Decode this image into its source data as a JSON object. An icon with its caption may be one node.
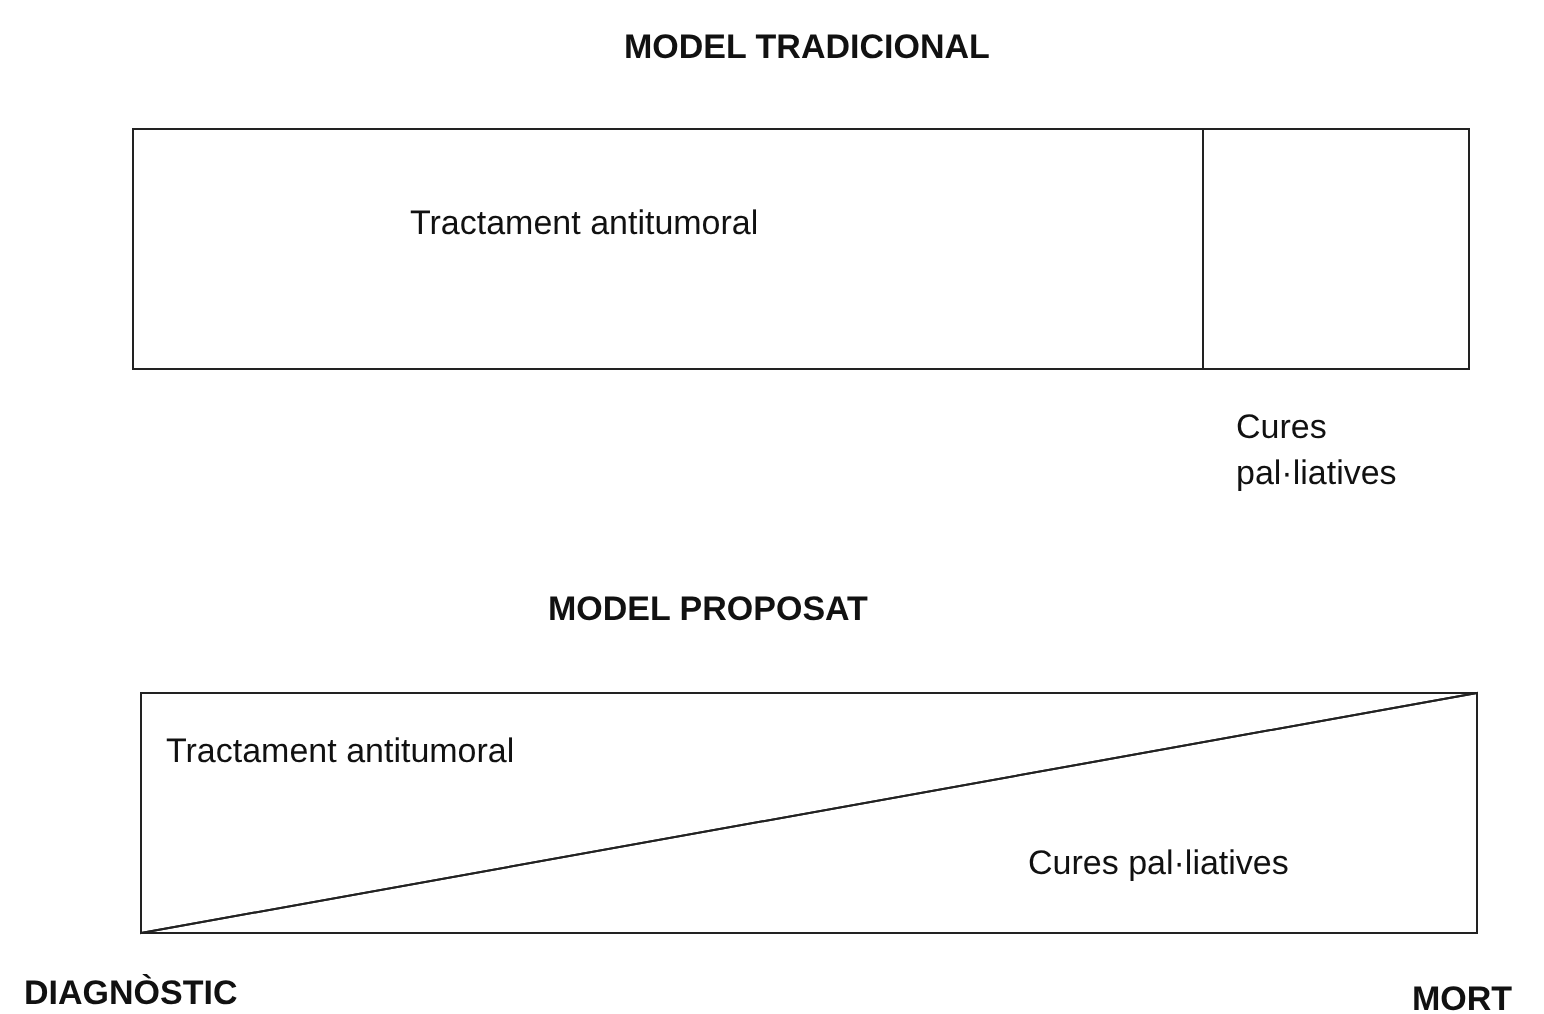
{
  "diagram": {
    "nodes": [
      {
        "text": [
          "Tractament antitumoral"
        ]
      },
      {
        "text": [],
        "shape": "box",
        "beside": [
          "Cures pal·liatives"
        ]
      },
      {
        "text": [
          "Tractament antitumoral"
        ]
      },
      {
        "text": [
          "Cures pal·liatives"
        ]
      }
    ],
    "labels": [
      "MODEL TRADICIONAL",
      "MODEL PROPOSAT",
      "DIAGNÒSTIC",
      "MORT"
    ]
  }
}
